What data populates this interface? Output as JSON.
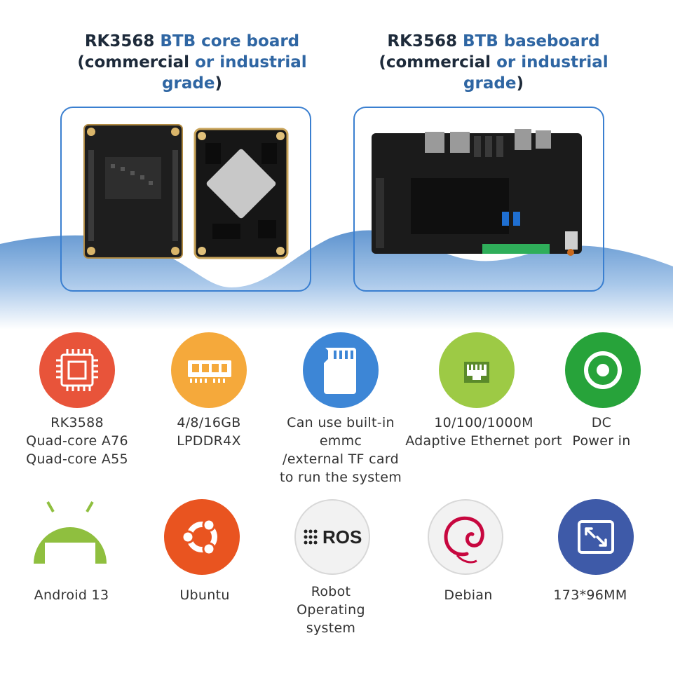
{
  "titles": {
    "core": {
      "pre": "RK3568 ",
      "accent": "BTB core board",
      "line2_open": "(commercial ",
      "line2_or": "or",
      "line2_accent": " industrial grade",
      "line2_close": ")"
    },
    "base": {
      "pre": "RK3568 ",
      "accent": "BTB baseboard",
      "line2_open": "(commercial ",
      "line2_or": "or",
      "line2_accent": " industrial grade",
      "line2_close": ")"
    }
  },
  "colors": {
    "accent": "#2f66a3",
    "box_border": "#3a7fd0",
    "wave": "#5d93cf"
  },
  "features_row1": [
    {
      "icon": "cpu-chip-icon",
      "color": "#e8543a",
      "text": "RK3588\nQuad-core A76\nQuad-core A55"
    },
    {
      "icon": "memory-module-icon",
      "color": "#f5a93b",
      "text": "4/8/16GB\nLPDDR4X"
    },
    {
      "icon": "sd-card-icon",
      "color": "#3d86d6",
      "text": "Can use built-in\nemmc\n/external TF card\nto run the system"
    },
    {
      "icon": "ethernet-port-icon",
      "color": "#9dca45",
      "text": "10/100/1000M\nAdaptive Ethernet port"
    },
    {
      "icon": "dc-power-icon",
      "color": "#27a33a",
      "text": "DC\nPower in"
    }
  ],
  "features_row2": [
    {
      "icon": "android-icon",
      "color": "#8fbf3f",
      "text": "Android 13"
    },
    {
      "icon": "ubuntu-icon",
      "color": "#e95420",
      "text": "Ubuntu"
    },
    {
      "icon": "ros-icon",
      "color": "#f2f2f2",
      "text": "Robot\nOperating\nsystem",
      "logo_text": "ROS"
    },
    {
      "icon": "debian-icon",
      "color": "#f2f2f2",
      "text": "Debian"
    },
    {
      "icon": "resize-icon",
      "color": "#3e5aa8",
      "text": "173*96MM"
    }
  ]
}
